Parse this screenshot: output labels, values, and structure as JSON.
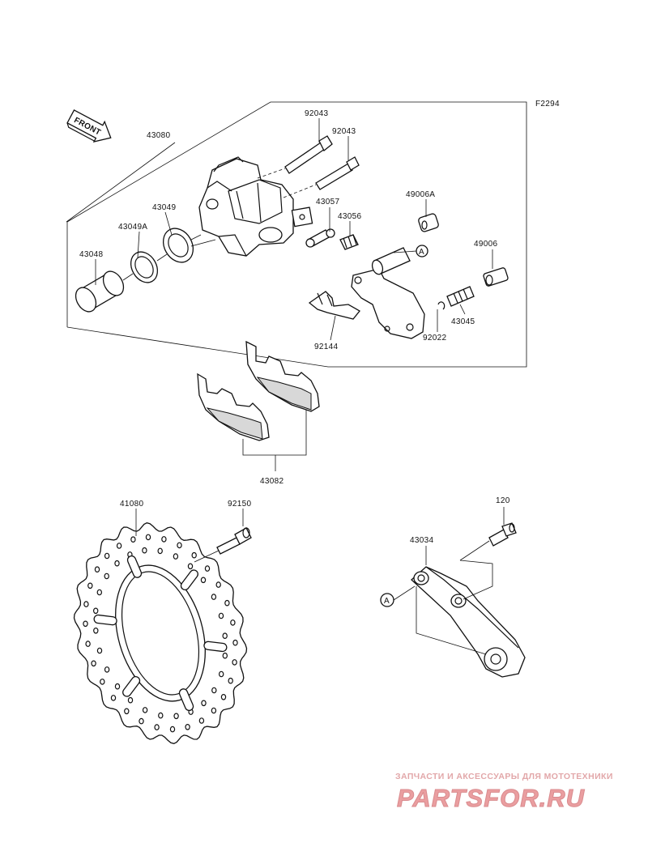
{
  "figure_code": "F2294",
  "front_arrow_text": "FRONT",
  "ref_marker": "A",
  "part_numbers": {
    "caliper_assy": "43080",
    "bolt_upper": "92043",
    "bolt_lower": "92043",
    "seal_dust": "43049",
    "seal_piston": "43049A",
    "piston": "43048",
    "pin_pad": "43057",
    "bleeder": "43056",
    "rubber_boot_a": "49006A",
    "rubber_boot": "49006",
    "pin_slide": "43045",
    "spring_pad": "92144",
    "circlip": "92022",
    "pad_set": "43082",
    "disc": "41080",
    "disc_bolt": "92150",
    "bracket_bolt": "120",
    "bracket": "43034"
  },
  "watermark": {
    "subtitle": "ЗАПЧАСТИ И АКСЕССУАРЫ ДЛЯ МОТОТЕХНИКИ",
    "brand": "PARTSFOR.RU"
  }
}
